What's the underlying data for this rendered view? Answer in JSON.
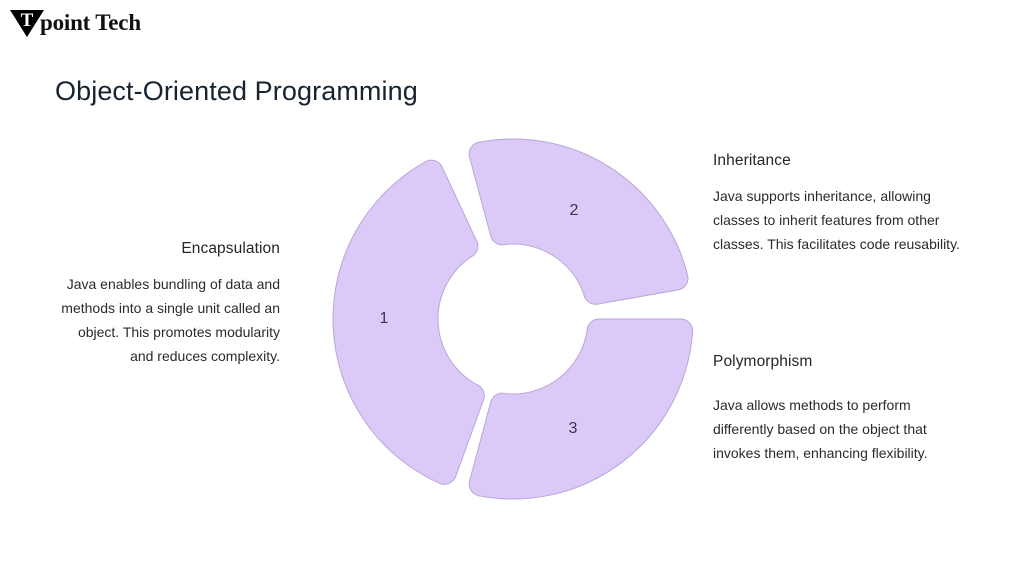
{
  "brand": {
    "mark_letter": "T",
    "name": "point Tech",
    "mark_icon": "triangle-badge-icon"
  },
  "title": "Object-Oriented Programming",
  "blocks": [
    {
      "key": "encapsulation",
      "heading": "Encapsulation",
      "body": "Java enables bundling of data and methods into a single unit called an object. This promotes modularity and reduces complexity."
    },
    {
      "key": "inheritance",
      "heading": "Inheritance",
      "body": "Java supports inheritance, allowing classes to inherit features from other classes. This facilitates code reusability."
    },
    {
      "key": "polymorphism",
      "heading": "Polymorphism",
      "body": "Java allows methods to perform differently based on the object that invokes them, enhancing flexibility."
    }
  ],
  "chart_data": {
    "type": "pie",
    "variant": "donut",
    "title": "",
    "labels": [
      "1",
      "2",
      "3"
    ],
    "segment_names": [
      "Encapsulation",
      "Inheritance",
      "Polymorphism"
    ],
    "values": [
      33.3,
      33.3,
      33.3
    ],
    "start_angles_deg": [
      200,
      345,
      90
    ],
    "end_angles_deg": [
      335,
      80,
      195
    ],
    "colors": [
      "#dbcaf7",
      "#dbcaf7",
      "#dbcaf7"
    ],
    "stroke_color": "#b9a6d9",
    "outer_radius": 180,
    "inner_radius": 75,
    "center": [
      191,
      191
    ],
    "gap_deg": 10,
    "corner_radius": 12,
    "legend": "none",
    "label_positions": [
      [
        62,
        191
      ],
      [
        252,
        83
      ],
      [
        251,
        301
      ]
    ]
  }
}
